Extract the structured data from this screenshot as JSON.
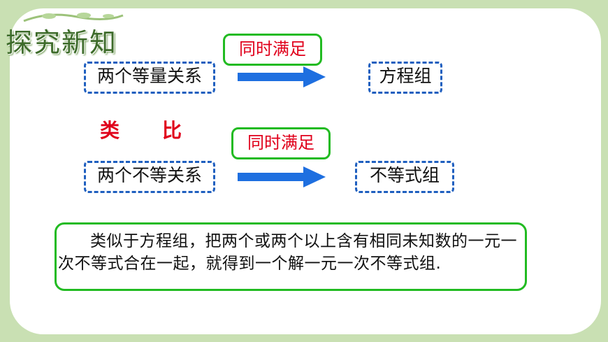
{
  "section_title": "探究新知",
  "row1": {
    "condition": "同时满足",
    "left": "两个等量关系",
    "right": "方程组"
  },
  "analogy": {
    "char1": "类",
    "char2": "比"
  },
  "row2": {
    "condition": "同时满足",
    "left": "两个不等关系",
    "right": "不等式组"
  },
  "definition": "类似于方程组，把两个或两个以上含有相同未知数的一元一次不等式合在一起，就得到一个解一元一次不等式组.",
  "colors": {
    "accent_red": "#e0001b",
    "border_green": "#22bb22",
    "dash_blue": "#1f5fbf",
    "arrow_blue": "#1e6fe0",
    "background_green": "#c9e0b3"
  }
}
